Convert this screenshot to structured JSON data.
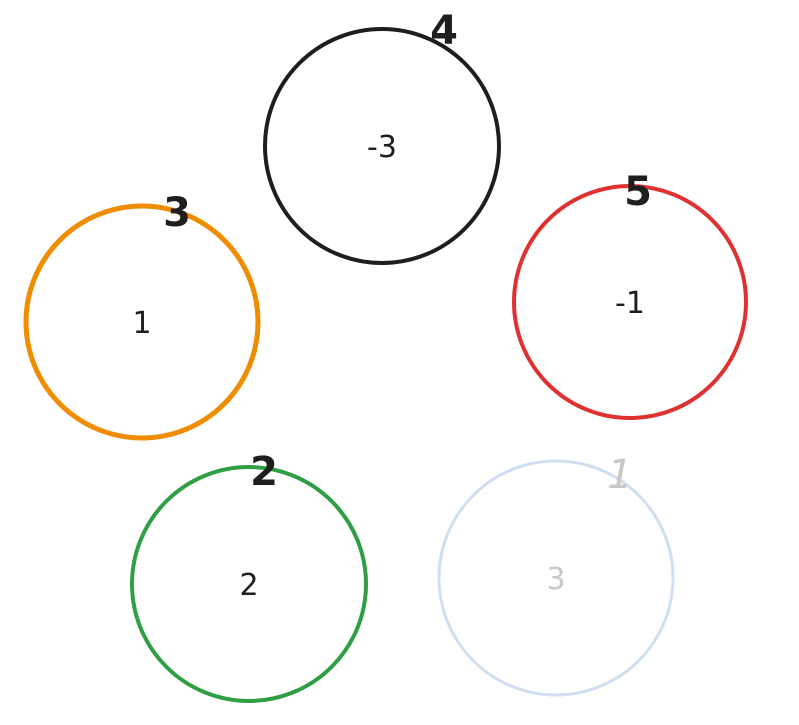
{
  "nodes": [
    {
      "id": "black",
      "value": "-3",
      "order": "4",
      "color": "#1e1e1e",
      "value_color": "#1e1e1e",
      "order_color": "#1e1e1e"
    },
    {
      "id": "orange",
      "value": "1",
      "order": "3",
      "color": "#f08c00",
      "value_color": "#1e1e1e",
      "order_color": "#1e1e1e"
    },
    {
      "id": "red",
      "value": "-1",
      "order": "5",
      "color": "#e03131",
      "value_color": "#1e1e1e",
      "order_color": "#1e1e1e"
    },
    {
      "id": "green",
      "value": "2",
      "order": "2",
      "color": "#2f9e44",
      "value_color": "#1e1e1e",
      "order_color": "#1e1e1e"
    },
    {
      "id": "faded",
      "value": "3",
      "order": "1",
      "color": "#d0dff0",
      "value_color": "#c8c8c8",
      "order_color": "#c8c8c8"
    }
  ]
}
